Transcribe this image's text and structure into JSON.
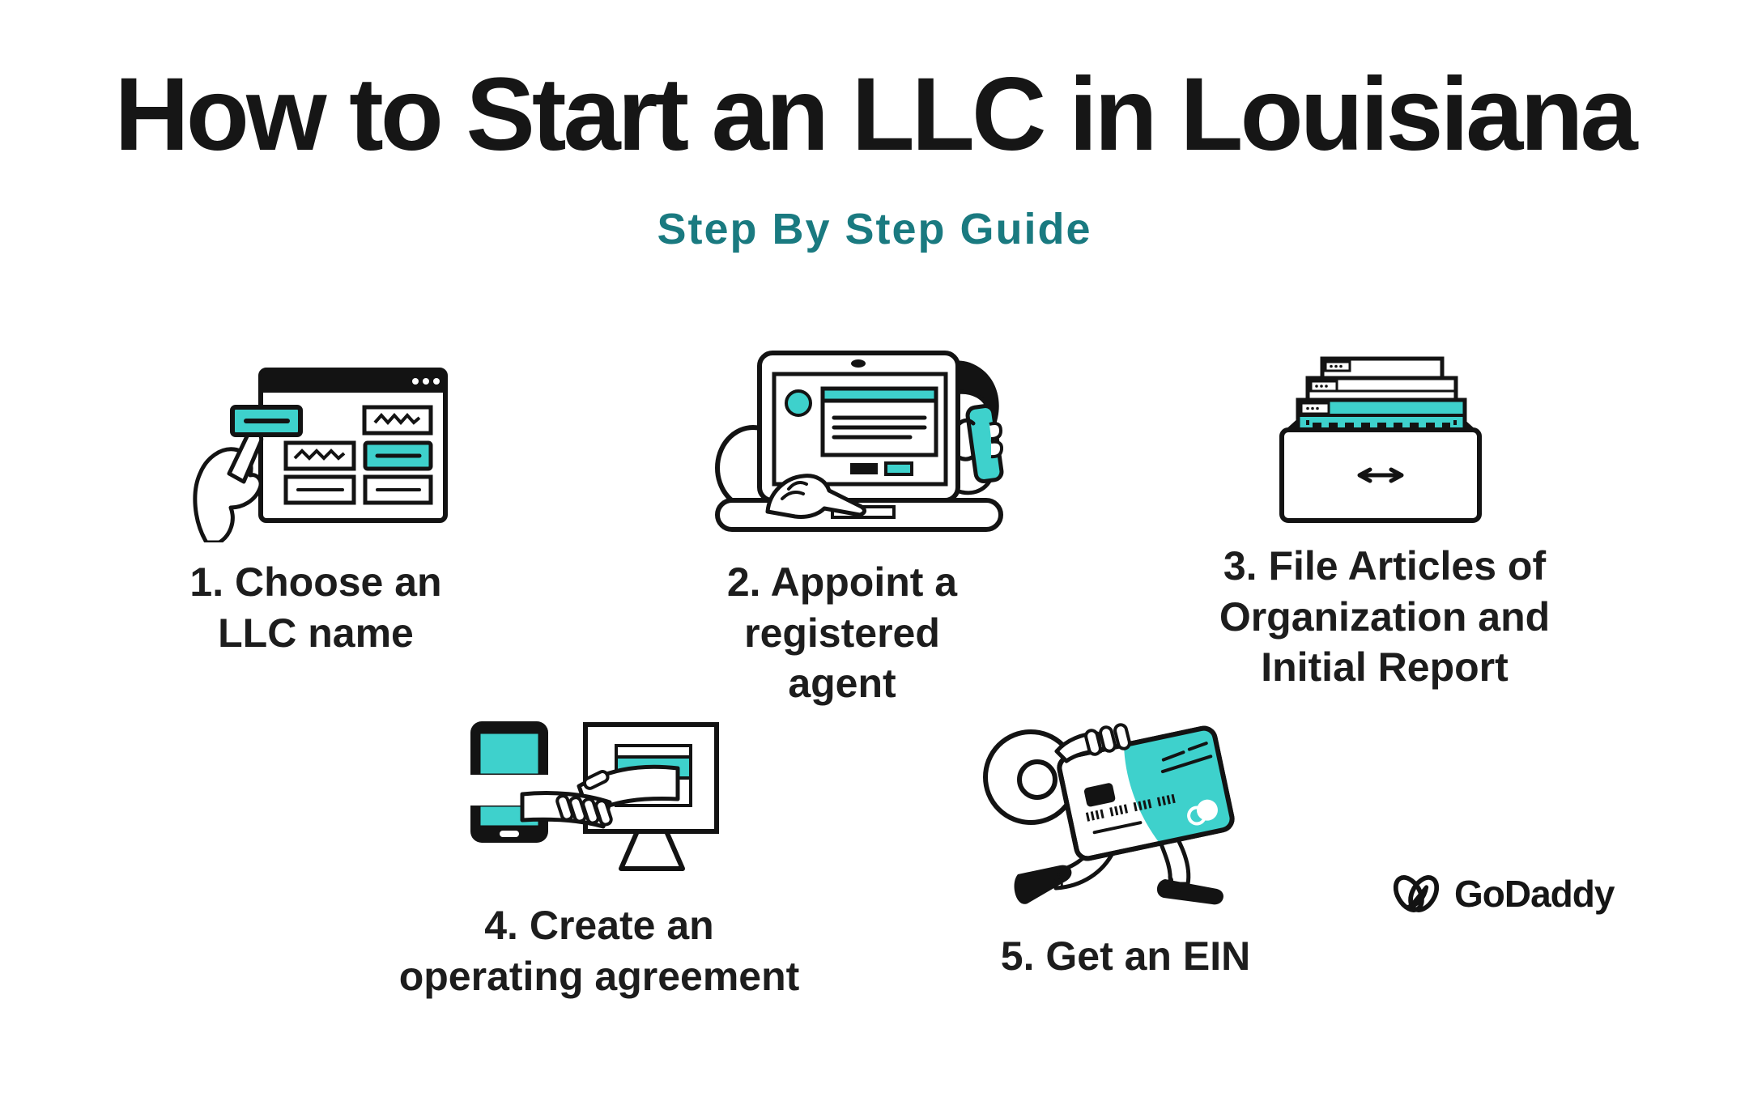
{
  "title": "How to Start an LLC in Louisiana",
  "subtitle": "Step By Step Guide",
  "steps": [
    {
      "label": "1. Choose an LLC name",
      "icon": "browser-pointer-icon",
      "lines": [
        "1. Choose an",
        "LLC name"
      ]
    },
    {
      "label": "2. Appoint a registered agent",
      "icon": "agent-laptop-icon",
      "lines": [
        "2. Appoint a",
        "registered",
        "agent"
      ]
    },
    {
      "label": "3. File Articles of Organization and Initial Report",
      "icon": "file-drawer-icon",
      "lines": [
        "3. File Articles of",
        "Organization and",
        "Initial Report"
      ]
    },
    {
      "label": "4. Create an operating agreement",
      "icon": "handshake-devices-icon",
      "lines": [
        "4. Create an",
        "operating agreement"
      ]
    },
    {
      "label": "5. Get an EIN",
      "icon": "walking-credit-card-icon",
      "lines": [
        "5. Get an EIN"
      ]
    }
  ],
  "brand": {
    "name": "GoDaddy"
  },
  "colors": {
    "accent": "#3ED1CC",
    "subtitle_teal": "#1A7A80",
    "ink": "#161616"
  }
}
